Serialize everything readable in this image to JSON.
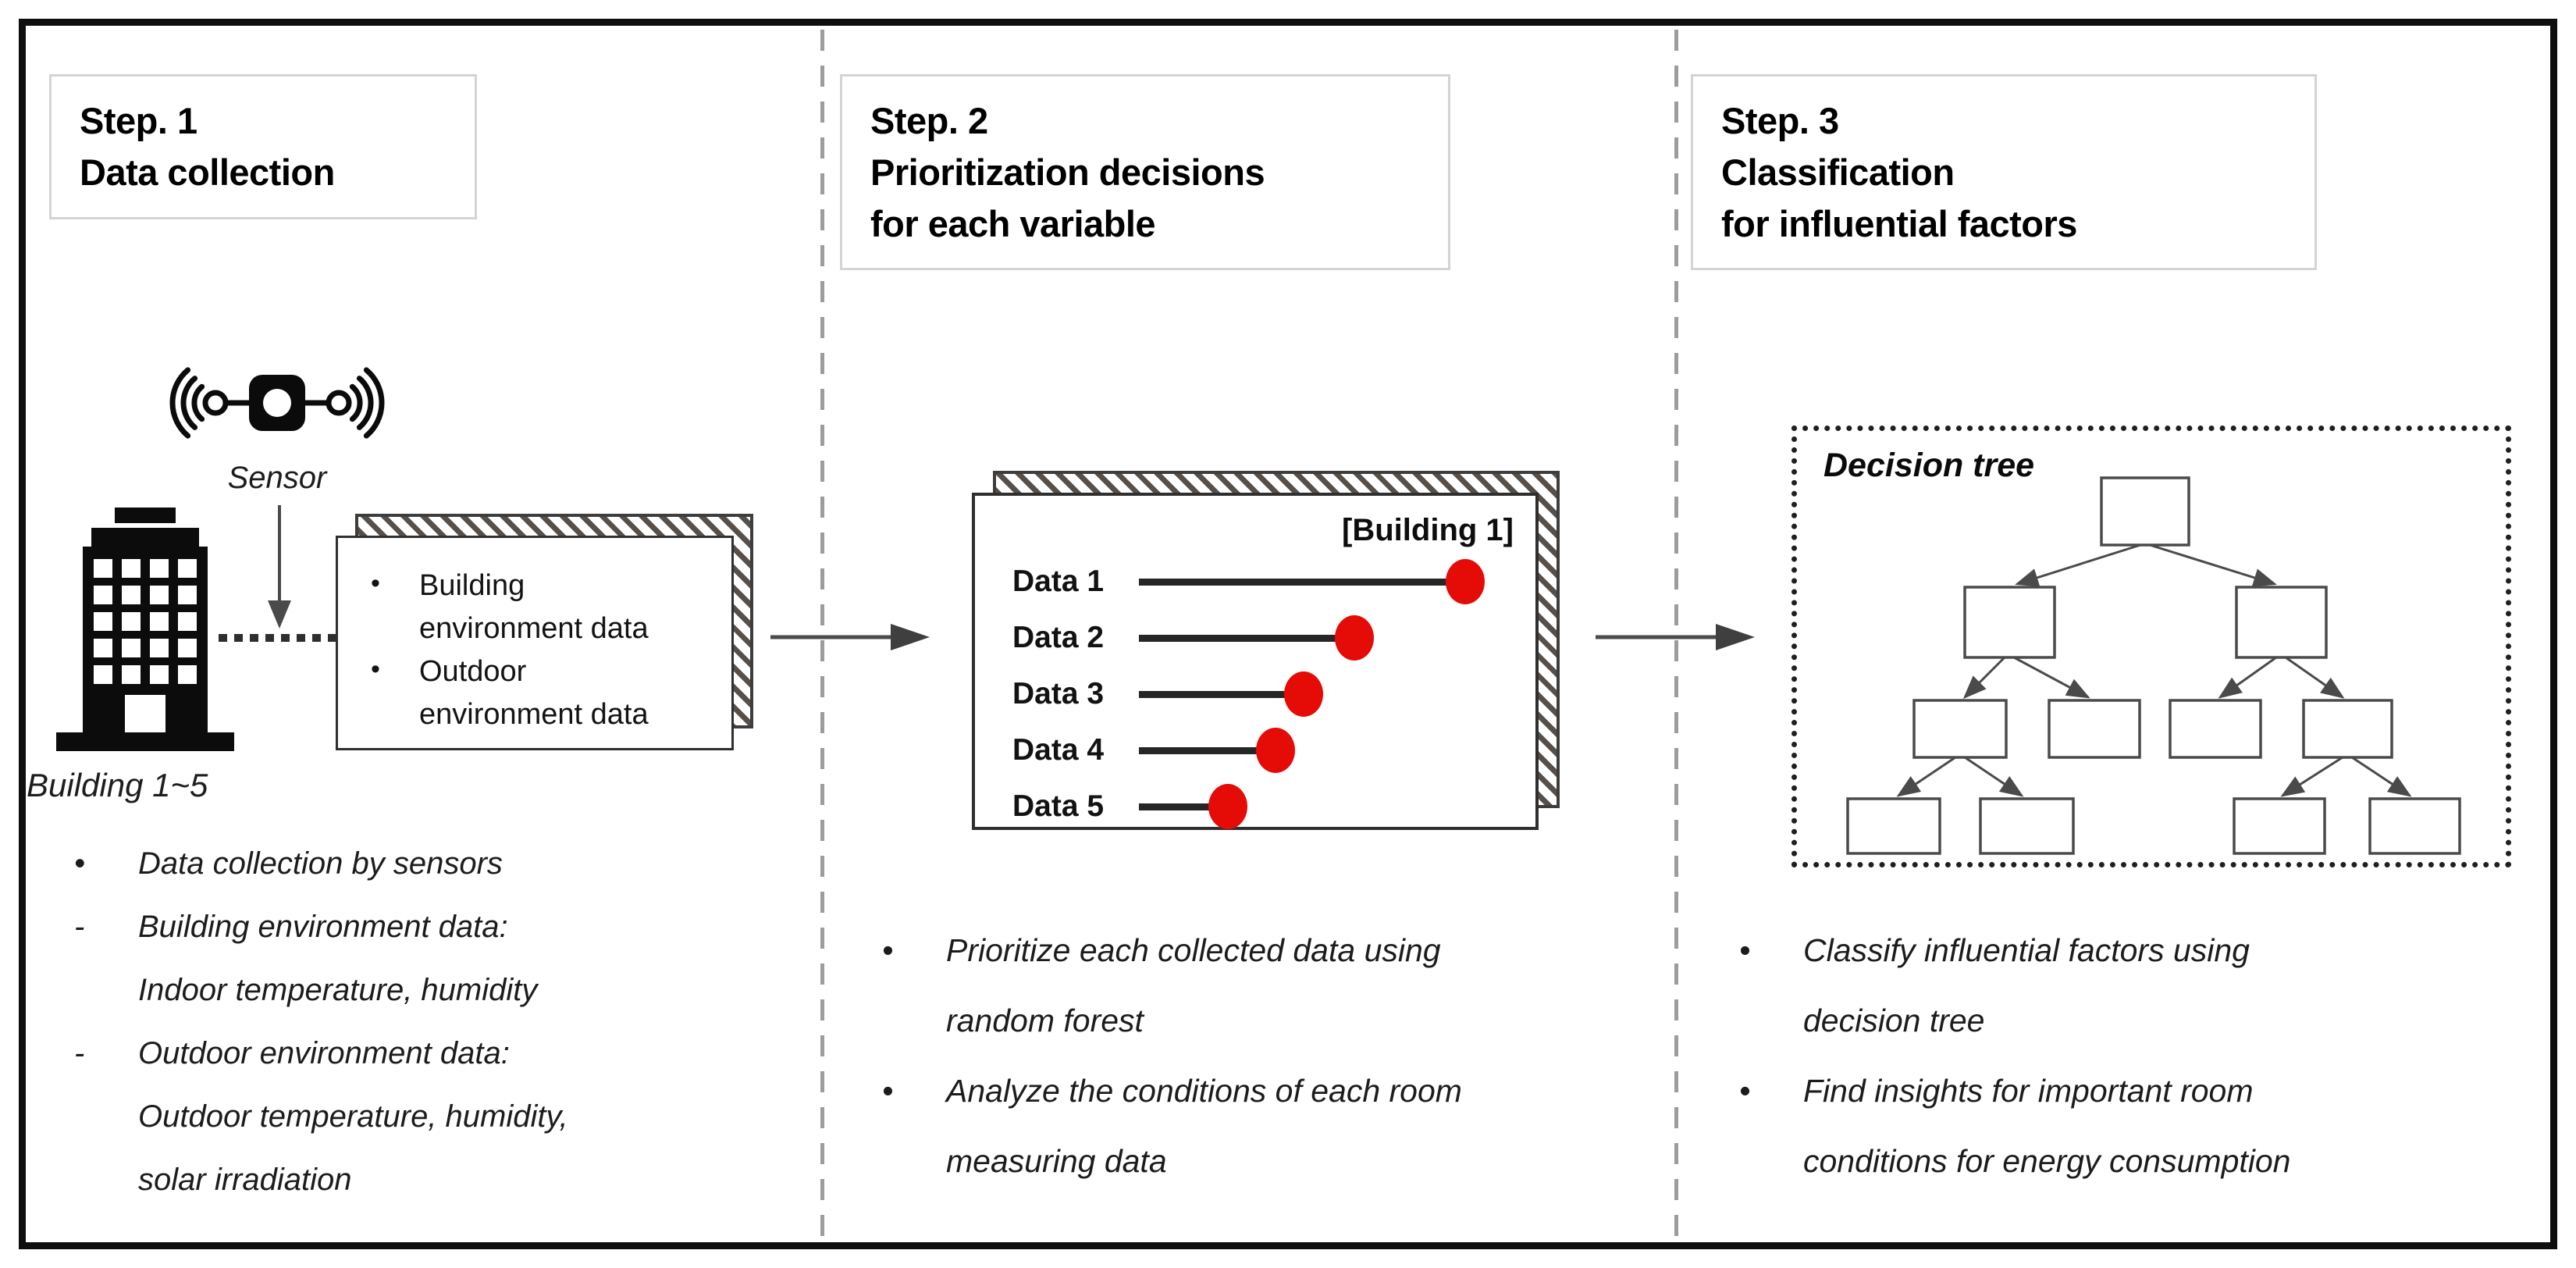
{
  "theme": {
    "accent_red": "#e50b07",
    "line_gray": "#4a4a4a",
    "ink": "#111111",
    "header_border_gray": "#d4d4d4",
    "divider_gray": "#9c9c9c",
    "hatch_stripe": "#57504a"
  },
  "steps": [
    {
      "title": "Step. 1\nData collection"
    },
    {
      "title": "Step. 2\nPrioritization decisions\nfor each variable"
    },
    {
      "title": "Step. 3\nClassification\nfor influential factors"
    }
  ],
  "step1": {
    "sensor_label": "Sensor",
    "building_label": "Building 1~5",
    "card_items": [
      {
        "marker": "•",
        "text": "Building\nenvironment data"
      },
      {
        "marker": "•",
        "text": "Outdoor\nenvironment data"
      }
    ],
    "bullets": [
      {
        "marker": "•",
        "text": "Data collection by sensors"
      },
      {
        "marker": "-",
        "text": "Building environment data:\nIndoor temperature, humidity"
      },
      {
        "marker": "-",
        "text": "Outdoor environment data:\nOutdoor temperature, humidity,\nsolar irradiation"
      }
    ]
  },
  "step2": {
    "bullets": [
      {
        "marker": "•",
        "text": "Prioritize each collected data using\nrandom forest"
      },
      {
        "marker": "•",
        "text": "Analyze the conditions of each room\nmeasuring data"
      }
    ]
  },
  "step3": {
    "tree_title": "Decision tree",
    "bullets": [
      {
        "marker": "•",
        "text": "Classify influential factors using\ndecision tree"
      },
      {
        "marker": "•",
        "text": "Find insights for important room\nconditions for energy consumption"
      }
    ]
  },
  "chart_data": {
    "type": "bar",
    "variant": "lollipop",
    "orientation": "horizontal",
    "title": "[Building 1]",
    "categories": [
      "Data 1",
      "Data 2",
      "Data 3",
      "Data 4",
      "Data 5"
    ],
    "values": [
      100,
      65,
      49,
      40,
      25
    ],
    "xlabel": "",
    "ylabel": "",
    "xlim": [
      0,
      100
    ],
    "grid": false,
    "legend": "none",
    "point_color": "#e50b07",
    "line_color": "#262626"
  }
}
